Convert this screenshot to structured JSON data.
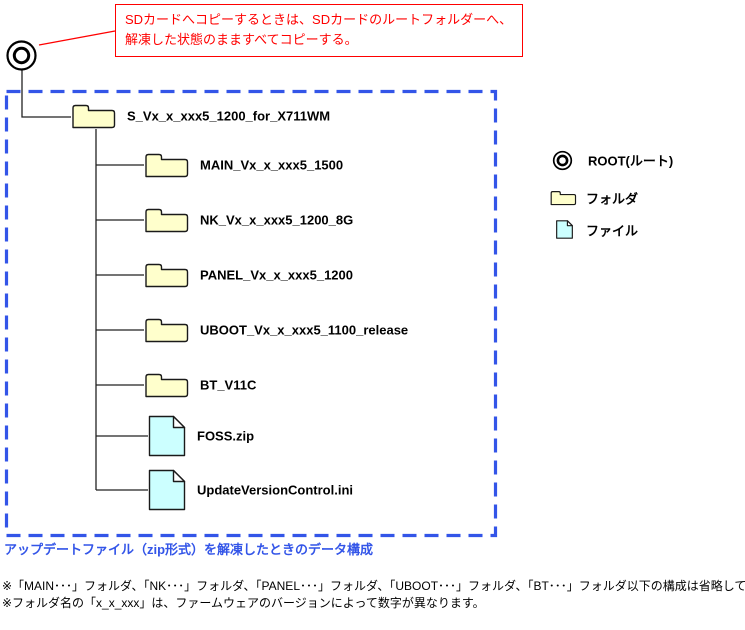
{
  "callout": {
    "line1": "SDカードへコピーするときは、SDカードのルートフォルダーへ、",
    "line2": "解凍した状態のまますべてコピーする。"
  },
  "tree": {
    "root": {
      "type": "folder",
      "label": "S_Vx_x_xxx5_1200_for_X711WM"
    },
    "children": [
      {
        "type": "folder",
        "label": "MAIN_Vx_x_xxx5_1500"
      },
      {
        "type": "folder",
        "label": "NK_Vx_x_xxx5_1200_8G"
      },
      {
        "type": "folder",
        "label": "PANEL_Vx_x_xxx5_1200"
      },
      {
        "type": "folder",
        "label": "UBOOT_Vx_x_xxx5_1100_release"
      },
      {
        "type": "folder",
        "label": "BT_V11C"
      },
      {
        "type": "file",
        "label": "FOSS.zip"
      },
      {
        "type": "file",
        "label": "UpdateVersionControl.ini"
      }
    ]
  },
  "legend": {
    "root_label": "ROOT(ルート)",
    "folder_label": "フォルダ",
    "file_label": "ファイル"
  },
  "caption": "アップデートファイル（zip形式）を解凍したときのデータ構成",
  "footnotes": {
    "line1": "※「MAIN･･･」フォルダ、「NK･･･」フォルダ、「PANEL･･･」フォルダ、「UBOOT･･･」フォルダ、「BT･･･」フォルダ以下の構成は省略しています。",
    "line2": "※フォルダ名の「x_x_xxx」は、ファームウェアのバージョンによって数字が異なります。"
  },
  "colors": {
    "accent_blue": "#3355e8",
    "callout_red": "#ff0000",
    "folder_fill": "#ffffcc",
    "file_fill": "#ccffff",
    "line_color": "#222222"
  }
}
